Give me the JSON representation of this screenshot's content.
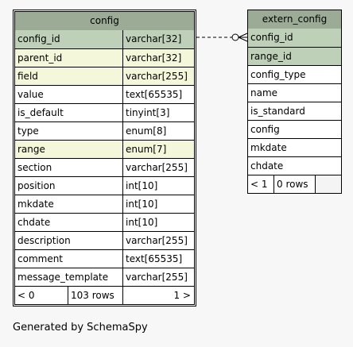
{
  "tables": {
    "config": {
      "title": "config",
      "columns": [
        {
          "name": "config_id",
          "type": "varchar[32]",
          "kind": "pk"
        },
        {
          "name": "parent_id",
          "type": "varchar[32]",
          "kind": "fk"
        },
        {
          "name": "field",
          "type": "varchar[255]",
          "kind": "fk"
        },
        {
          "name": "value",
          "type": "text[65535]",
          "kind": ""
        },
        {
          "name": "is_default",
          "type": "tinyint[3]",
          "kind": ""
        },
        {
          "name": "type",
          "type": "enum[8]",
          "kind": ""
        },
        {
          "name": "range",
          "type": "enum[7]",
          "kind": "fk"
        },
        {
          "name": "section",
          "type": "varchar[255]",
          "kind": ""
        },
        {
          "name": "position",
          "type": "int[10]",
          "kind": ""
        },
        {
          "name": "mkdate",
          "type": "int[10]",
          "kind": ""
        },
        {
          "name": "chdate",
          "type": "int[10]",
          "kind": ""
        },
        {
          "name": "description",
          "type": "varchar[255]",
          "kind": ""
        },
        {
          "name": "comment",
          "type": "text[65535]",
          "kind": ""
        },
        {
          "name": "message_template",
          "type": "varchar[255]",
          "kind": ""
        }
      ],
      "footer": {
        "parents": "< 0",
        "rows": "103 rows",
        "children": "1 >"
      }
    },
    "extern_config": {
      "title": "extern_config",
      "columns": [
        {
          "name": "config_id",
          "kind": "pk"
        },
        {
          "name": "range_id",
          "kind": "pk"
        },
        {
          "name": "config_type",
          "kind": ""
        },
        {
          "name": "name",
          "kind": ""
        },
        {
          "name": "is_standard",
          "kind": ""
        },
        {
          "name": "config",
          "kind": ""
        },
        {
          "name": "mkdate",
          "kind": ""
        },
        {
          "name": "chdate",
          "kind": ""
        }
      ],
      "footer": {
        "parents": "< 1",
        "rows": "0 rows",
        "children": ""
      }
    }
  },
  "colors": {
    "header": "#9bab96",
    "primary_key": "#bed1b8",
    "foreign_key": "#f4f7da",
    "background": "#f7f7f7"
  },
  "generated_by": "Generated by SchemaSpy"
}
